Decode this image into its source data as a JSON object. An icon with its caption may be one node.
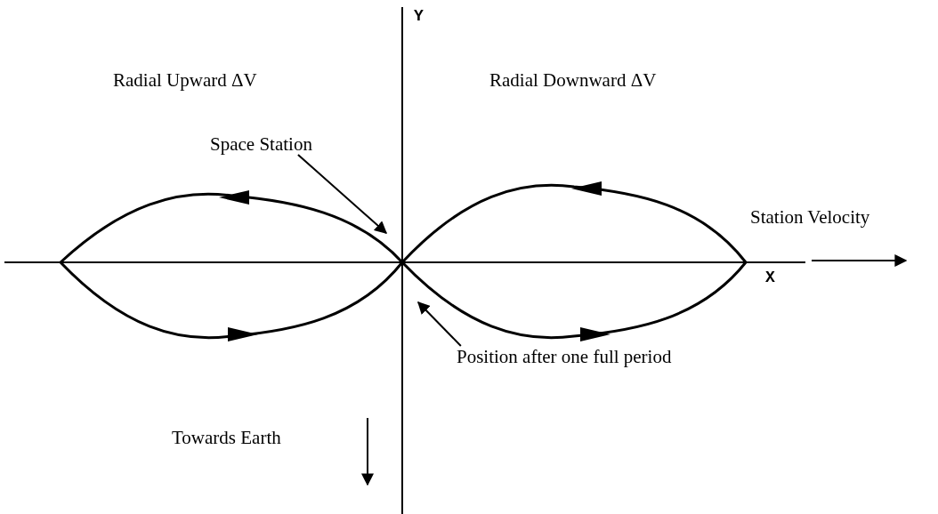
{
  "diagram": {
    "nodes": [
      {
        "text": [
          "Space Station"
        ]
      },
      {
        "text": [
          "Position after one full period"
        ]
      }
    ],
    "edges": [
      {
        "from": 0,
        "to": null,
        "arrow": "to"
      },
      {
        "from": 1,
        "to": null,
        "arrow": "to"
      }
    ],
    "labels": [
      "Y",
      "Radial Upward ΔV",
      "Radial Downward ΔV",
      "Station Velocity",
      "X",
      "Towards Earth"
    ]
  }
}
